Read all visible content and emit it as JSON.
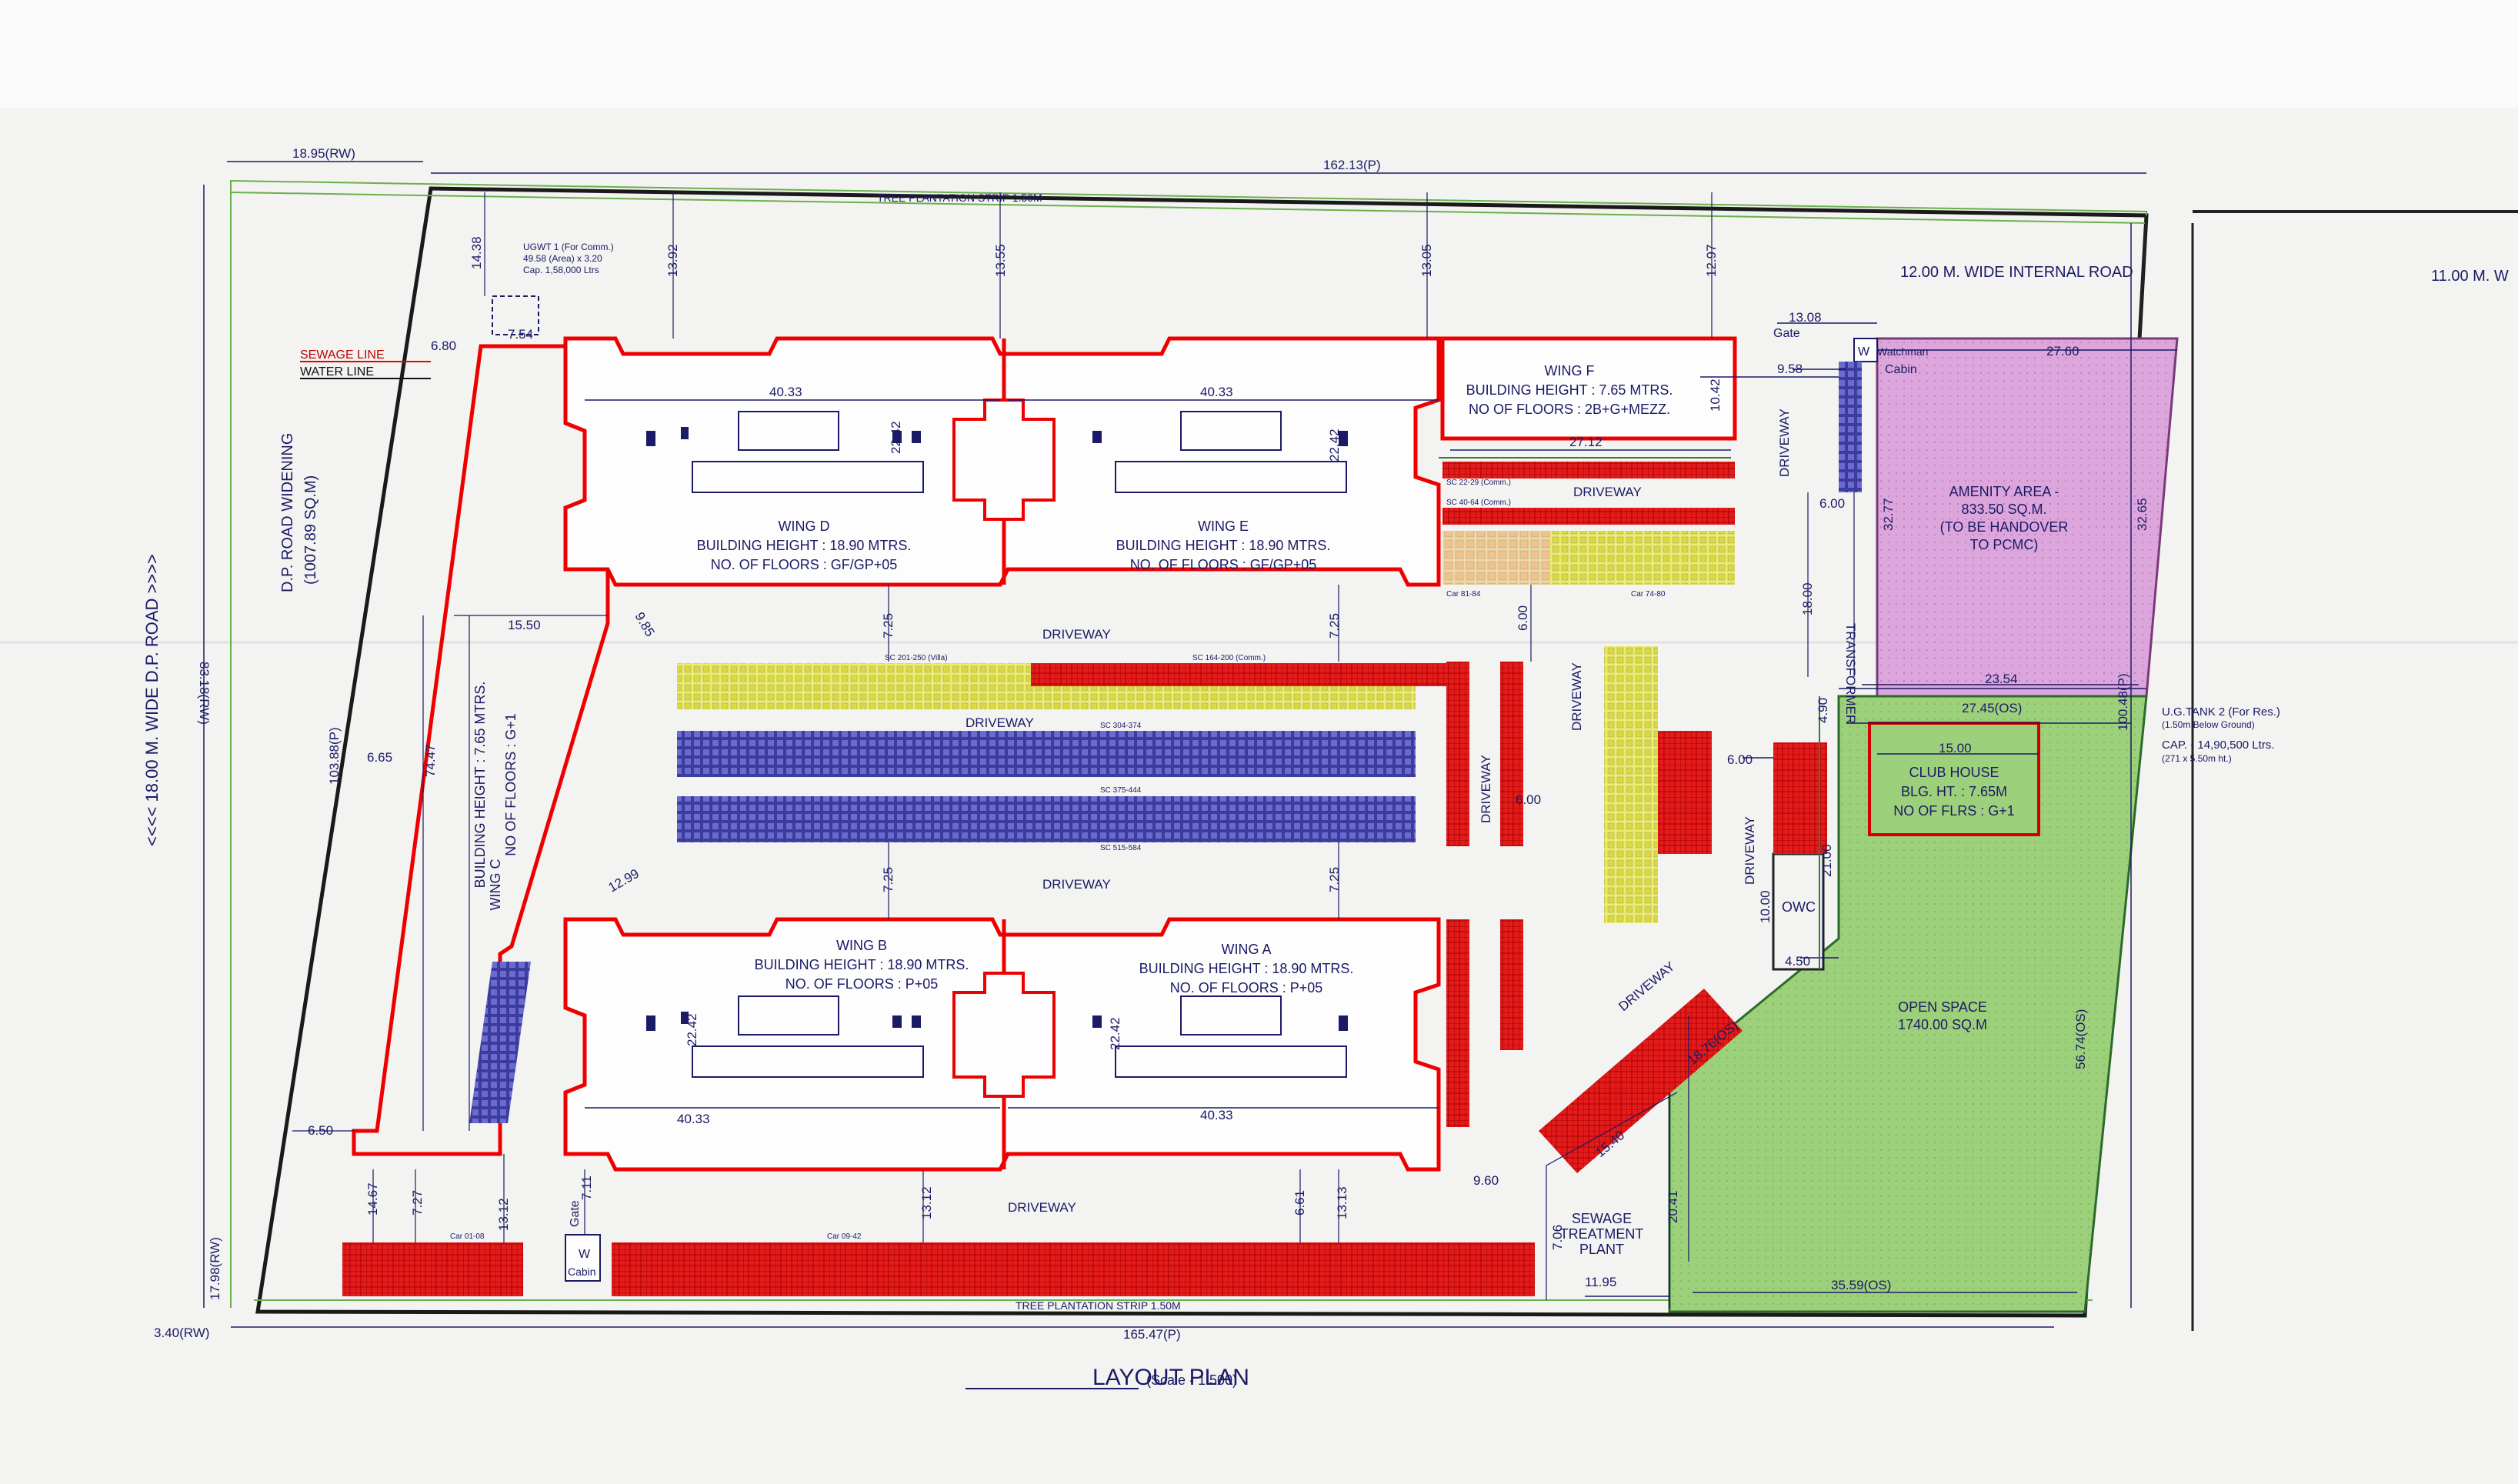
{
  "plan": {
    "title": "LAYOUT PLAN",
    "scale": "(Scale - 1:500)",
    "legend": {
      "sewage_line": "SEWAGE LINE",
      "water_line": "WATER LINE"
    },
    "roads": {
      "dp_road": "<<<< 18.00 M. WIDE D.P. ROAD >>>>",
      "dp_widening_1": "D.P. ROAD WIDENING",
      "dp_widening_2": "(1007.89 SQ.M)",
      "internal_road": "12.00 M. WIDE INTERNAL ROAD",
      "road_11m": "11.00 M. W"
    },
    "strips": {
      "top": "TREE PLANTATION STRIP 1.50M",
      "bottom": "TREE PLANTATION STRIP 1.50M"
    },
    "ugwt1": [
      "UGWT 1 (For Comm.)",
      "49.58 (Area) x 3.20",
      "Cap. 1,58,000 Ltrs"
    ],
    "ugtank2": [
      "U.G.TANK 2 (For Res.)",
      "(1.50m Below Ground)",
      "CAP. - 14,90,500 Ltrs.",
      "(271 x 5.50m ht.)"
    ],
    "wings": {
      "d": [
        "WING D",
        "BUILDING HEIGHT : 18.90 MTRS.",
        "NO. OF FLOORS : GF/GP+05"
      ],
      "e": [
        "WING E",
        "BUILDING HEIGHT : 18.90 MTRS.",
        "NO. OF FLOORS : GF/GP+05"
      ],
      "f": [
        "WING F",
        "BUILDING HEIGHT : 7.65 MTRS.",
        "NO OF FLOORS : 2B+G+MEZZ."
      ],
      "b": [
        "WING B",
        "BUILDING HEIGHT : 18.90 MTRS.",
        "NO. OF FLOORS : P+05"
      ],
      "a": [
        "WING A",
        "BUILDING HEIGHT : 18.90 MTRS.",
        "NO. OF FLOORS : P+05"
      ],
      "c": [
        "WING C",
        "BUILDING HEIGHT : 7.65 MTRS.",
        "NO OF FLOORS : G+1"
      ]
    },
    "amenity": [
      "AMENITY AREA -",
      "833.50 SQ.M.",
      "(TO BE HANDOVER",
      "TO PCMC)"
    ],
    "clubhouse": [
      "CLUB HOUSE",
      "BLG. HT. : 7.65M",
      "NO OF FLRS : G+1"
    ],
    "open_space": [
      "OPEN SPACE",
      "1740.00 SQ.M"
    ],
    "stp": [
      "SEWAGE",
      "TREATMENT",
      "PLANT"
    ],
    "labels": {
      "driveway": "DRIVEWAY",
      "transformer": "TRANSFORMER",
      "owc": "OWC",
      "gate": "Gate",
      "cabin_w": "W",
      "cabin": "Cabin",
      "watchman": "Watchman"
    },
    "parking_labels": {
      "p1": "SC 201-250 (Villa)",
      "p2": "SC 164-200 (Comm.)",
      "p3": "SC 304-374",
      "p4": "SC 375-444",
      "p5": "SC 515-584",
      "p6": "Car 81-84",
      "p7": "Car 74-80",
      "p8": "SC 22-29 (Comm.)",
      "p9": "SC 40-64 (Comm.)",
      "p10": "Car 01-08",
      "p11": "Car 09-42"
    },
    "dims": {
      "d1895": "18.95(RW)",
      "d16213": "162.13(P)",
      "d1438": "14.38",
      "d1392": "13.92",
      "d1355": "13.55",
      "d1305": "13.05",
      "d1297": "12.97",
      "d1308": "13.08",
      "d680": "6.80",
      "d754": "7.54",
      "d4033a": "40.33",
      "d4033b": "40.33",
      "d4033c": "40.33",
      "d4033d": "40.33",
      "d2242a": "22.42",
      "d2242b": "22.42",
      "d2242c": "22.42",
      "d2242d": "22.42",
      "d2712": "27.12",
      "d1042": "10.42",
      "d958": "9.58",
      "d2760": "27.60",
      "d3277": "32.77",
      "d3265": "32.65",
      "d600a": "6.00",
      "d1800": "18.00",
      "d2354": "23.54",
      "d2745": "27.45(OS)",
      "d10048": "100.48(P)",
      "d1500": "15.00",
      "d490": "4.90",
      "d600b": "6.00",
      "d600c": "6.00",
      "d600d": "6.00",
      "d1000": "10.00",
      "d450": "4.50",
      "d725a": "7.25",
      "d725b": "7.25",
      "d725c": "7.25",
      "d725d": "7.25",
      "d1550": "15.50",
      "d985": "9.85",
      "d665": "6.65",
      "d7447": "74.47",
      "d10388": "103.88(P)",
      "d8318": "83.18(RW)",
      "d1299": "12.99",
      "d650": "6.50",
      "d1467": "14.67",
      "d727": "7.27",
      "d1312a": "13.12",
      "d711": "7.11",
      "d1312b": "13.12",
      "d661": "6.61",
      "d1313": "13.13",
      "d960": "9.60",
      "d1540": "15.40",
      "d1876": "18.76(OS)",
      "d5674": "56.74(OS)",
      "d2041": "20.41",
      "d1195": "11.95",
      "d3559": "35.59(OS)",
      "d16547": "165.47(P)",
      "d1798": "17.98(RW)",
      "d340": "3.40(RW)",
      "d706": "7.06",
      "d2100": "21.00"
    }
  }
}
